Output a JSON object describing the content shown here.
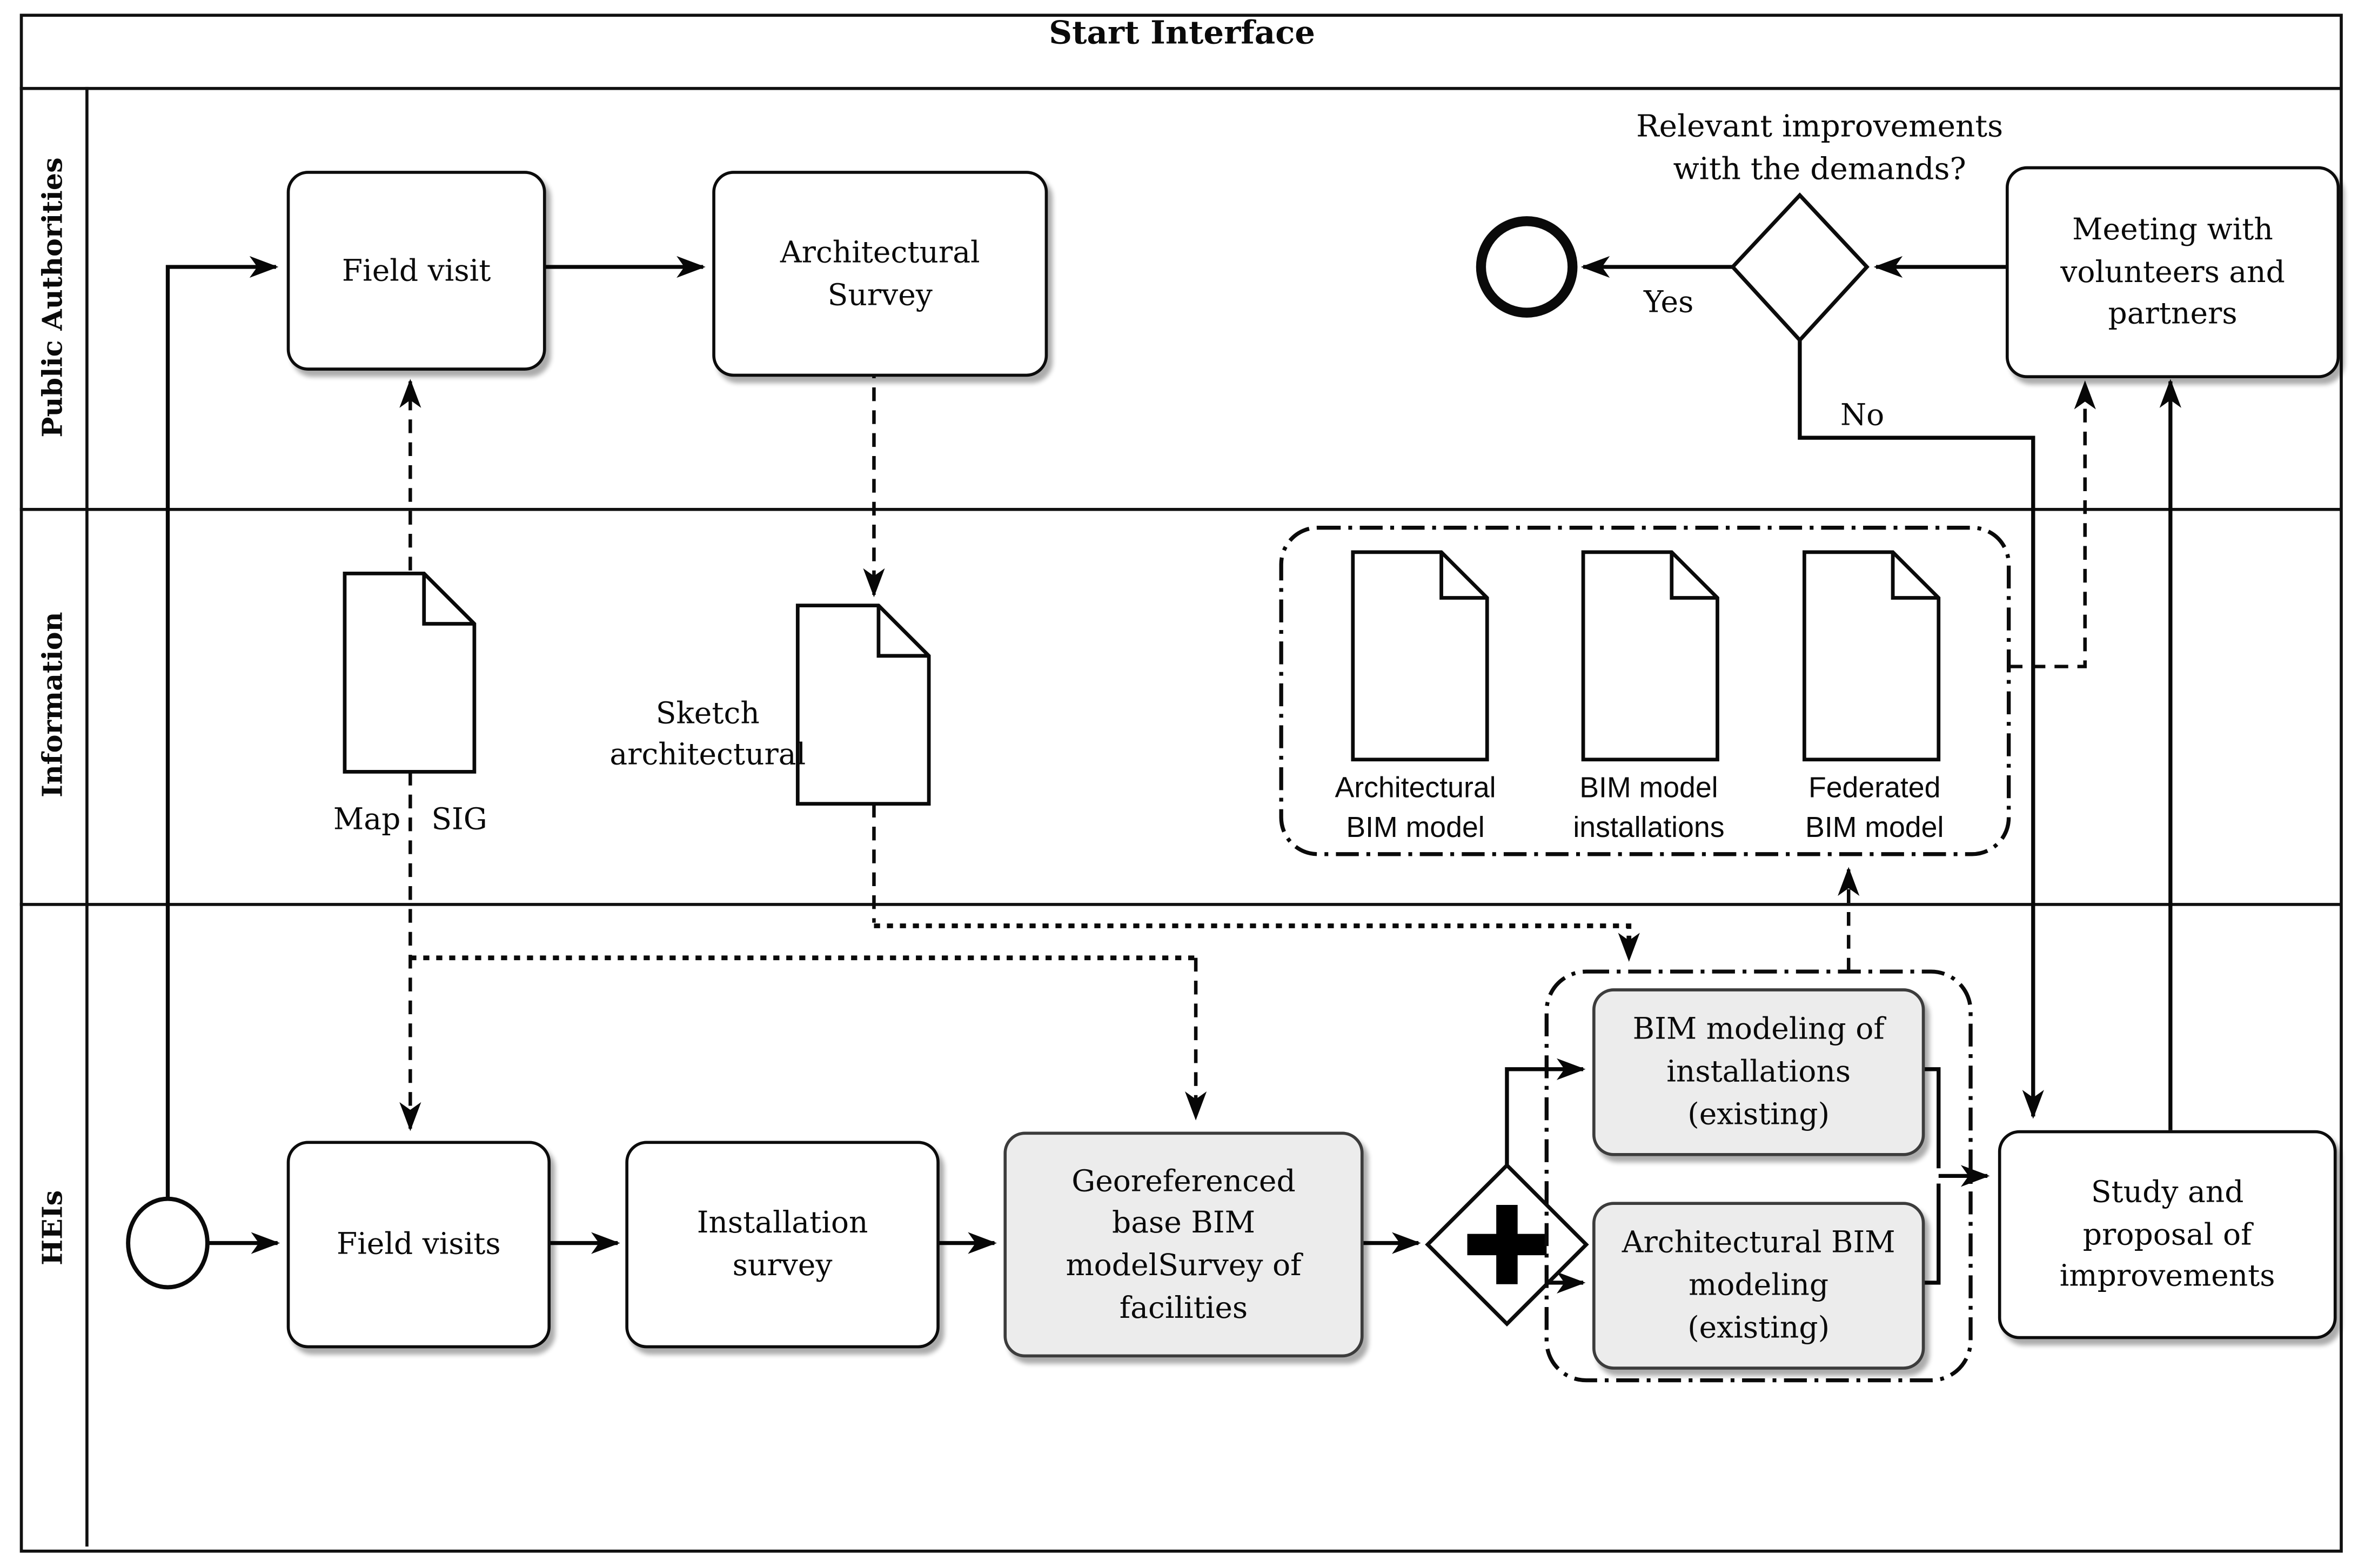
{
  "title": "Start Interface",
  "lanes": [
    {
      "label": "Public Authorities"
    },
    {
      "label": "Information"
    },
    {
      "label": "HEIs"
    }
  ],
  "nodes": {
    "field_visit": "Field visit",
    "architectural_survey": "Architectural\nSurvey",
    "meeting": "Meeting with\nvolunteers and\npartners",
    "field_visits": "Field visits",
    "installation_survey": "Installation\nsurvey",
    "georeferenced": "Georeferenced\nbase BIM\nmodelSurvey of\nfacilities",
    "bim_modeling_installations": "BIM modeling of\ninstallations\n(existing)",
    "architectural_bim_modeling": "Architectural BIM\nmodeling\n(existing)",
    "study_proposal": "Study and\nproposal of\nimprovements"
  },
  "documents": {
    "map_sig": "Map SIG",
    "sketch_architectural": "Sketch\narchitectural",
    "architectural_bim_model": "Architectural\nBIM model",
    "bim_model_installations": "BIM model\ninstallations",
    "federated_bim_model": "Federated\nBIM model"
  },
  "decision": {
    "question": "Relevant improvements\nwith the demands?",
    "yes_label": "Yes",
    "no_label": "No"
  },
  "colors": {
    "ink": "#0a0a0a",
    "task_fill": "#ffffff",
    "highlight_task_fill": "#ececec",
    "background": "#ffffff"
  }
}
